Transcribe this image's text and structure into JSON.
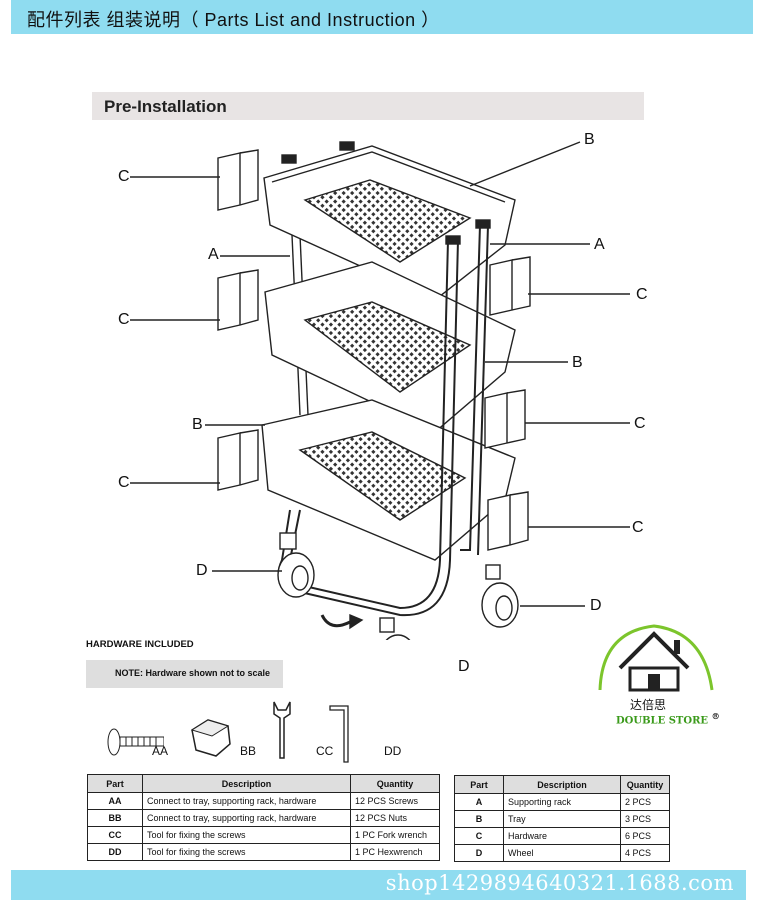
{
  "header": {
    "title": "配件列表 组装说明（  Parts List and Instruction ）"
  },
  "section": {
    "title": "Pre-Installation"
  },
  "labels": {
    "a": "A",
    "b": "B",
    "c": "C",
    "d": "D"
  },
  "hardware": {
    "heading": "HARDWARE INCLUDED",
    "note": "NOTE: Hardware shown not to scale"
  },
  "tools": [
    "AA",
    "BB",
    "CC",
    "DD"
  ],
  "table1": {
    "headers": [
      "Part",
      "Description",
      "Quantity"
    ],
    "rows": [
      [
        "AA",
        "Connect to tray, supporting rack, hardware",
        "12 PCS Screws"
      ],
      [
        "BB",
        "Connect to tray, supporting rack, hardware",
        "12 PCS Nuts"
      ],
      [
        "CC",
        "Tool for fixing the screws",
        "1 PC Fork wrench"
      ],
      [
        "DD",
        "Tool for fixing the screws",
        "1 PC Hexwrench"
      ]
    ]
  },
  "table2": {
    "headers": [
      "Part",
      "Description",
      "Quantity"
    ],
    "rows": [
      [
        "A",
        "Supporting rack",
        "2 PCS"
      ],
      [
        "B",
        "Tray",
        "3 PCS"
      ],
      [
        "C",
        "Hardware",
        "6 PCS"
      ],
      [
        "D",
        "Wheel",
        "4 PCS"
      ]
    ]
  },
  "logo": {
    "cn": "达倍思",
    "en": "DOUBLE STORE",
    "mark": "®"
  },
  "footer": {
    "watermark": "shop1429894640321.1688.com"
  }
}
